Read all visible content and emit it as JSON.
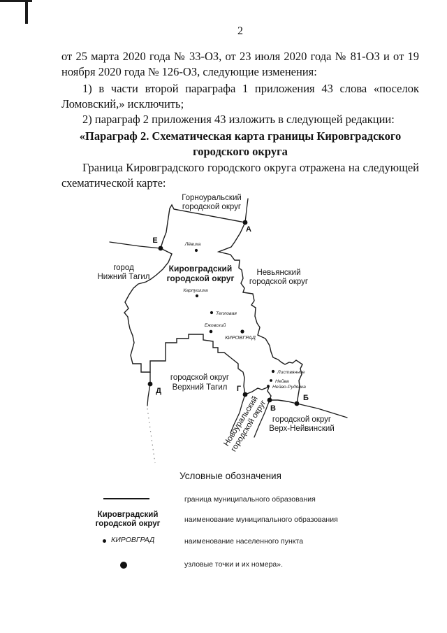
{
  "page": {
    "number": "2"
  },
  "document": {
    "intro": "от 25 марта 2020 года № 33-ОЗ, от 23 июля 2020 года № 81-ОЗ и от 19 ноября 2020 года № 126-ОЗ, следующие изменения:",
    "item1": "1) в части второй параграфа 1 приложения 43 слова «поселок Ломовский,» исключить;",
    "item2": "2) параграф 2 приложения 43 изложить в следующей редакции:",
    "heading_line1": "«Параграф 2. Схематическая карта границы Кировградского",
    "heading_line2": "городского округа",
    "para_map": "Граница Кировградского городского округа отражена на следующей схематической карте:"
  },
  "map": {
    "districts": {
      "gornouralsky": [
        "Горноуральский",
        "городской округ"
      ],
      "nizhniy_tagil": [
        "город",
        "Нижний Тагил"
      ],
      "kirovgradsky": [
        "Кировградский",
        "городской округ"
      ],
      "nevyansky": [
        "Невьянский",
        "городской округ"
      ],
      "verkhniy_tagil": [
        "городской округ",
        "Верхний Тагил"
      ],
      "novouralsky": [
        "Новоуральский",
        "городской округ"
      ],
      "verkh_neyvinsky": [
        "городской округ",
        "Верх-Нейвинский"
      ]
    },
    "nodes": {
      "a": "А",
      "b": "Б",
      "v": "В",
      "g": "Г",
      "d": "Д",
      "e": "Е"
    },
    "settlements": {
      "levikha": "Лёвиха",
      "karpushikha": "Карпушиха",
      "teplovaya": "Тепловая",
      "ezhovsky": "Ежовский",
      "kirovgrad": "КИРОВГРАД",
      "listvyannoe": "Листвянное",
      "neyva": "Нейва",
      "neyvo_rudyanka": "Нейво-Рудянка"
    }
  },
  "legend": {
    "title": "Условные обозначения",
    "boundary_label": "граница муниципального образования",
    "municipality_symbol": [
      "Кировградский",
      "городской округ"
    ],
    "municipality_label": "наименование муниципального образования",
    "settlement_symbol": "КИРОВГРАД",
    "settlement_label": "наименование населенного пункта",
    "node_label": "узловые точки и их номера»."
  }
}
